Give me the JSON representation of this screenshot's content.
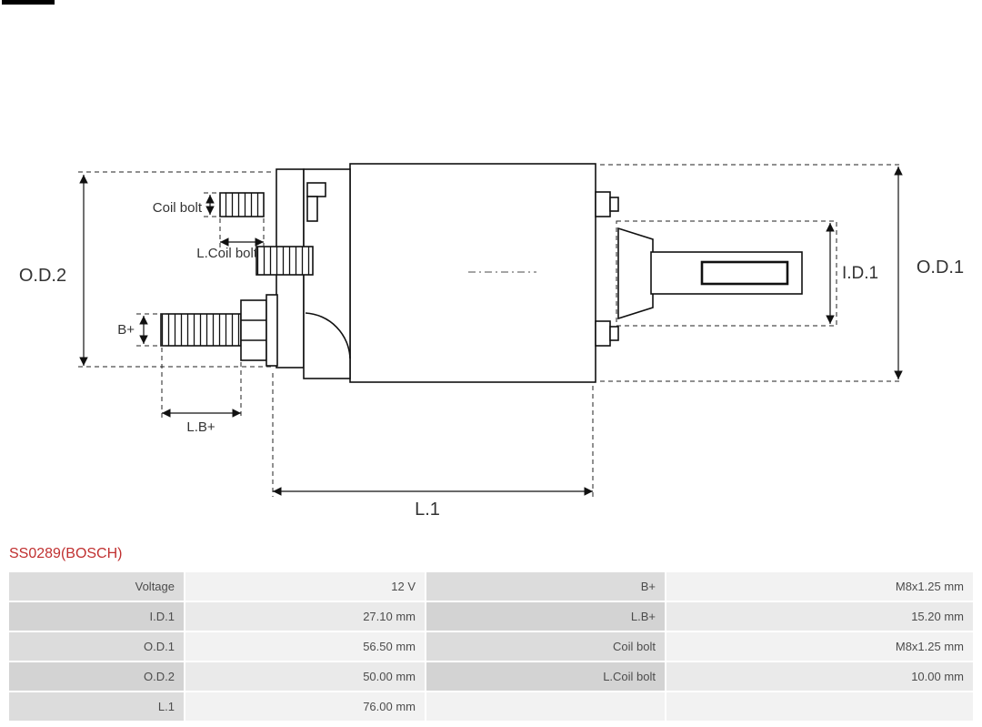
{
  "title": "SS0289(BOSCH)",
  "diagram": {
    "labels": {
      "od2": "O.D.2",
      "od1": "O.D.1",
      "id1": "I.D.1",
      "coil_bolt": "Coil bolt",
      "l_coil_bolt": "L.Coil bolt",
      "b_plus": "B+",
      "l_b_plus": "L.B+",
      "l1": "L.1"
    }
  },
  "colors": {
    "title_accent": "#c03030",
    "table_label_bg": "#d8d8d8",
    "table_value_bg": "#efefef",
    "line": "#111111"
  },
  "table": {
    "rows": [
      [
        "Voltage",
        "12 V",
        "B+",
        "M8x1.25 mm"
      ],
      [
        "I.D.1",
        "27.10 mm",
        "L.B+",
        "15.20 mm"
      ],
      [
        "O.D.1",
        "56.50 mm",
        "Coil bolt",
        "M8x1.25 mm"
      ],
      [
        "O.D.2",
        "50.00 mm",
        "L.Coil bolt",
        "10.00 mm"
      ],
      [
        "L.1",
        "76.00 mm",
        "",
        ""
      ]
    ]
  }
}
